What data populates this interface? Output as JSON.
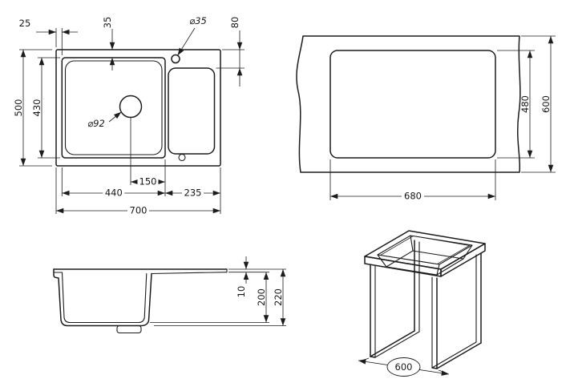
{
  "drawing": {
    "plan_view": {
      "dim_25": "25",
      "dim_35_rim": "35",
      "dim_hole_diameter": "⌀35",
      "dim_80": "80",
      "dim_500": "500",
      "dim_430": "430",
      "dim_drain_diameter": "⌀92",
      "dim_150": "150",
      "dim_440": "440",
      "dim_235": "235",
      "dim_700": "700"
    },
    "cutout_view": {
      "dim_480": "480",
      "dim_600": "600",
      "dim_680": "680"
    },
    "section_view": {
      "dim_10": "10",
      "dim_200": "200",
      "dim_220": "220"
    },
    "iso_view": {
      "dim_600": "600"
    },
    "colors": {
      "line": "#1c1c1c",
      "background": "#ffffff"
    }
  }
}
